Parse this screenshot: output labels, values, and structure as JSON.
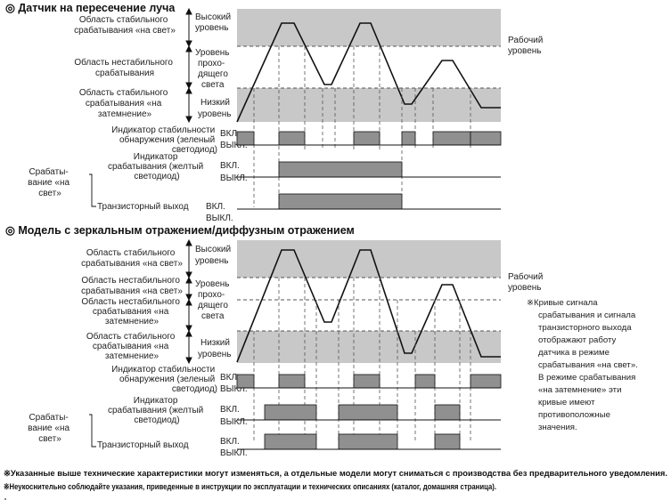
{
  "section1": {
    "title": "◎ Датчик на пересечение луча",
    "regions": [
      {
        "lines": [
          "Область стабильного",
          "срабатывания «на свет»"
        ]
      },
      {
        "lines": [
          "Область нестабильного",
          "срабатывания"
        ]
      },
      {
        "lines": [
          "Область стабильного",
          "срабатывания «на",
          "затемнение»"
        ]
      }
    ],
    "levels": {
      "high": [
        "Высокий",
        "уровень"
      ],
      "pass": [
        "Уровень",
        "прохо-",
        "дящего",
        "света"
      ],
      "low": [
        "Низкий",
        "уровень"
      ]
    },
    "working_level": [
      "Рабочий",
      "уровень"
    ],
    "stability": [
      "Индикатор стабильности",
      "обнаружения (зеленый",
      "светодиод)"
    ],
    "op_indicator": [
      "Индикатор",
      "срабатывания (желтый",
      "светодиод)"
    ],
    "transistor": "Транзисторный выход",
    "on": "ВКЛ.",
    "off": "ВЫКЛ.",
    "light_on": [
      "Срабаты-",
      "вание «на",
      "свет»"
    ],
    "levels_signal": [
      0.15,
      0.95,
      0.95,
      0.15,
      0.95,
      0.95,
      0.05,
      0.05,
      0.55,
      0.12,
      0.12,
      0.05
    ],
    "stability_signal": [
      0,
      1,
      1,
      0,
      1,
      1,
      0,
      0,
      1,
      1,
      0,
      1
    ],
    "output_signal": [
      0,
      1,
      1,
      1,
      1,
      1,
      1,
      1,
      0,
      0,
      0,
      0
    ]
  },
  "section2": {
    "title": "◎ Модель с зеркальным отражением/диффузным отражением",
    "regions": [
      {
        "lines": [
          "Область стабильного",
          "срабатывания «на свет»"
        ]
      },
      {
        "lines": [
          "Область нестабильного",
          "срабатывания «на свет»"
        ]
      },
      {
        "lines": [
          "Область нестабильного",
          "срабатывания «на",
          "затемнение»"
        ]
      },
      {
        "lines": [
          "Область стабильного",
          "срабатывания «на",
          "затемнение»"
        ]
      }
    ],
    "levels": {
      "high": [
        "Высокий",
        "уровень"
      ],
      "pass": [
        "Уровень",
        "прохо-",
        "дящего",
        "света"
      ],
      "low": [
        "Низкий",
        "уровень"
      ]
    },
    "working_level": [
      "Рабочий",
      "уровень"
    ],
    "stability": [
      "Индикатор стабильности",
      "обнаружения (зеленый",
      "светодиод)"
    ],
    "op_indicator": [
      "Индикатор",
      "срабатывания (желтый",
      "светодиод)"
    ],
    "transistor": "Транзисторный выход",
    "on": "ВКЛ.",
    "off": "ВЫКЛ.",
    "light_on": [
      "Срабаты-",
      "вание «на",
      "свет»"
    ],
    "levels_signal": [
      0.15,
      0.95,
      0.95,
      0.15,
      0.95,
      0.95,
      0.05,
      0.05,
      0.55,
      0.12,
      0.12,
      0.05
    ],
    "stability_signal": [
      0,
      1,
      1,
      0,
      1,
      1,
      0,
      0,
      1,
      1,
      0,
      1
    ],
    "output_signal": [
      0,
      1,
      1,
      0,
      1,
      1,
      0,
      0,
      1,
      0,
      0,
      0
    ]
  },
  "note": [
    "※Кривые сигнала",
    "срабатывания и сигнала",
    "транзисторного выхода",
    "отображают работу",
    "датчика в режиме",
    "срабатывания «на свет».",
    "В режиме срабатывания",
    "«на затемнение» эти",
    "кривые имеют",
    "противоположные",
    "значения."
  ],
  "footer": [
    "※Указанные выше технические характеристики могут изменяться, а отдельные модели могут сниматься с производства без предварительного уведомления.",
    "※Неукоснительно соблюдайте указания, приведенные в инструкции по эксплуатации и технических описаниях (каталог, домашняя страница)."
  ],
  "colors": {
    "band": "#c8c8c8",
    "pulse": "#909090",
    "line": "#111111"
  }
}
